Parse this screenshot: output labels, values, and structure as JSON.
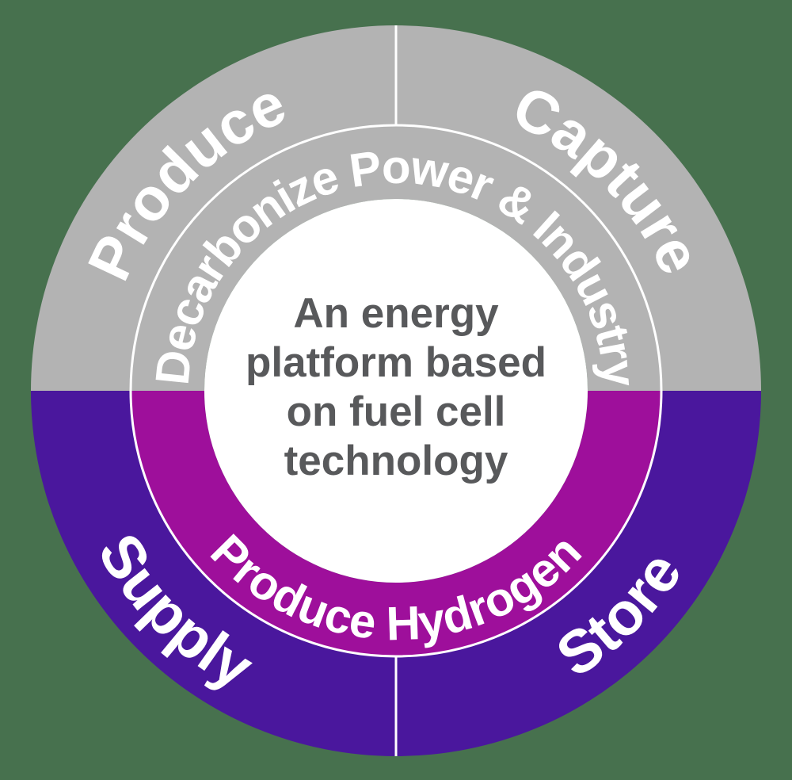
{
  "wheel": {
    "background_color": "#47714E",
    "label_color": "#FFFFFF",
    "dividers": {
      "color": "#FFFFFF"
    },
    "outer_ring": {
      "segments": [
        {
          "label": "Produce",
          "position": "top-left",
          "color": "#B3B3B3"
        },
        {
          "label": "Capture",
          "position": "top-right",
          "color": "#B3B3B3"
        },
        {
          "label": "Supply",
          "position": "bottom-left",
          "color": "#4A179D"
        },
        {
          "label": "Store",
          "position": "bottom-right",
          "color": "#4A179D"
        }
      ]
    },
    "inner_ring": {
      "top": {
        "label": "Decarbonize Power & Industry",
        "color": "#B3B3B3"
      },
      "bottom": {
        "label": "Produce Hydrogen",
        "color": "#9E0F9B"
      }
    },
    "center": {
      "background_color": "#FFFFFF",
      "text_color": "#58595B",
      "lines": [
        "An energy",
        "platform based",
        "on fuel cell",
        "technology"
      ]
    }
  }
}
